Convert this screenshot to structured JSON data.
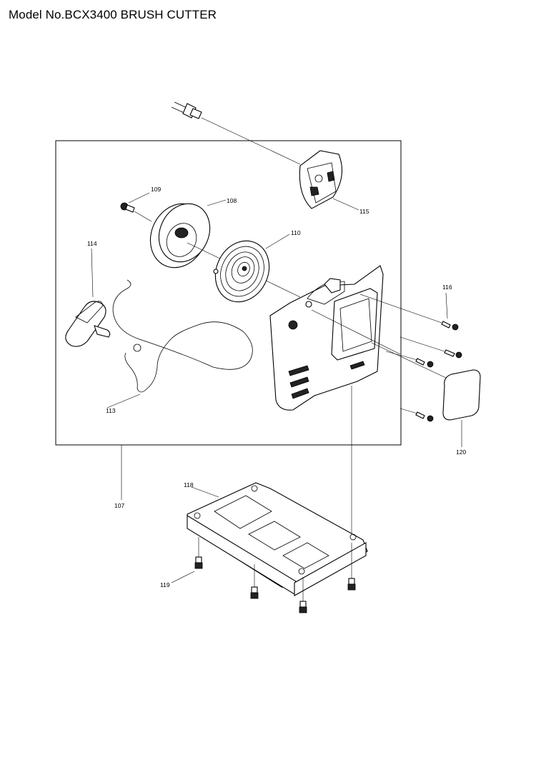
{
  "header": {
    "title": "Model No.BCX3400 BRUSH CUTTER"
  },
  "parts": {
    "p107": "107",
    "p108": "108",
    "p109": "109",
    "p110": "110",
    "p113": "113",
    "p114": "114",
    "p115": "115",
    "p116": "116",
    "p118": "118",
    "p119": "119",
    "p120": "120"
  }
}
